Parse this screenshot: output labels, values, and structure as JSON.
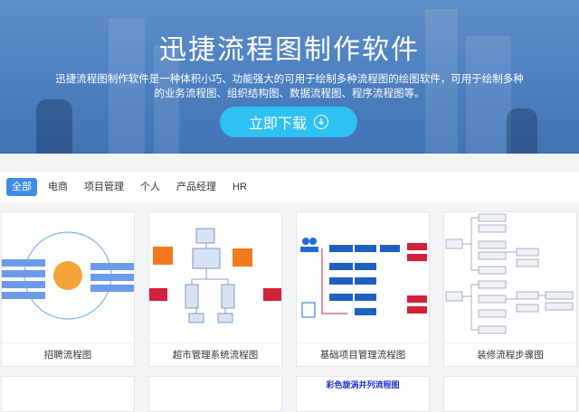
{
  "hero": {
    "title": "迅捷流程图制作软件",
    "description": "迅捷流程图制作软件是一种体积小巧、功能强大的可用于绘制多种流程图的绘图软件，可用于绘制多种的业务流程图、组织结构图、数据流程图、程序流程图等。",
    "download_label": "立即下载",
    "download_icon": "download-circle-icon"
  },
  "tabs": [
    {
      "label": "全部",
      "active": true
    },
    {
      "label": "电商",
      "active": false
    },
    {
      "label": "项目管理",
      "active": false
    },
    {
      "label": "个人",
      "active": false
    },
    {
      "label": "产品经理",
      "active": false
    },
    {
      "label": "HR",
      "active": false
    }
  ],
  "cards": [
    {
      "caption": "招聘流程图"
    },
    {
      "caption": "超市管理系统流程图"
    },
    {
      "caption": "基础项目管理流程图"
    },
    {
      "caption": "装修流程步骤图"
    }
  ],
  "cards_row2": [
    {
      "caption": ""
    },
    {
      "caption": ""
    },
    {
      "caption": "彩色旋涡井列流程图"
    },
    {
      "caption": ""
    }
  ],
  "colors": {
    "accent": "#3d8de6",
    "download_button": "#2fc0f2",
    "hero_bg": "#4f82c2"
  }
}
